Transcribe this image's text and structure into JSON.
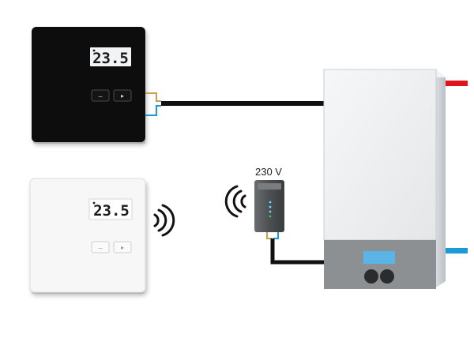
{
  "thermostat_wired": {
    "display_value": "23.5",
    "minus_glyph": "–",
    "plus_glyph": "▸"
  },
  "thermostat_wireless": {
    "display_value": "23.5",
    "minus_glyph": "–",
    "plus_glyph": "▸"
  },
  "receiver": {
    "voltage_label": "230 V"
  },
  "icons": {
    "wireless_waves_thermostat": "wireless-signal-icon",
    "wireless_waves_receiver": "wireless-signal-icon"
  },
  "colors": {
    "thermostat_dark_face": "#0a0a0a",
    "thermostat_light_face": "#f7f7f7",
    "hot_pipe": "#e0141e",
    "cold_pipe": "#1c9ad6",
    "cable": "#111111",
    "boiler_body": "#eef0f2",
    "boiler_panel": "#8d9093",
    "boiler_display": "#5ab4e6"
  }
}
